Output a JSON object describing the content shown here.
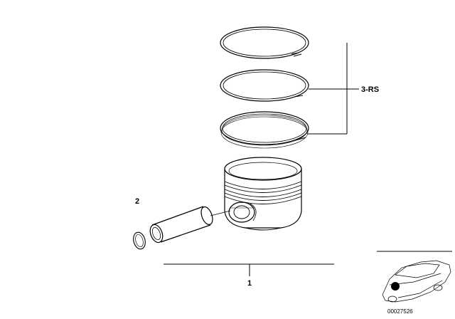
{
  "callouts": {
    "piston": "1",
    "piston_pin": "2",
    "ring_set": "3-RS"
  },
  "document_number": "00027526",
  "colors": {
    "line": "#000000",
    "background": "#ffffff",
    "marker": "#000000"
  }
}
